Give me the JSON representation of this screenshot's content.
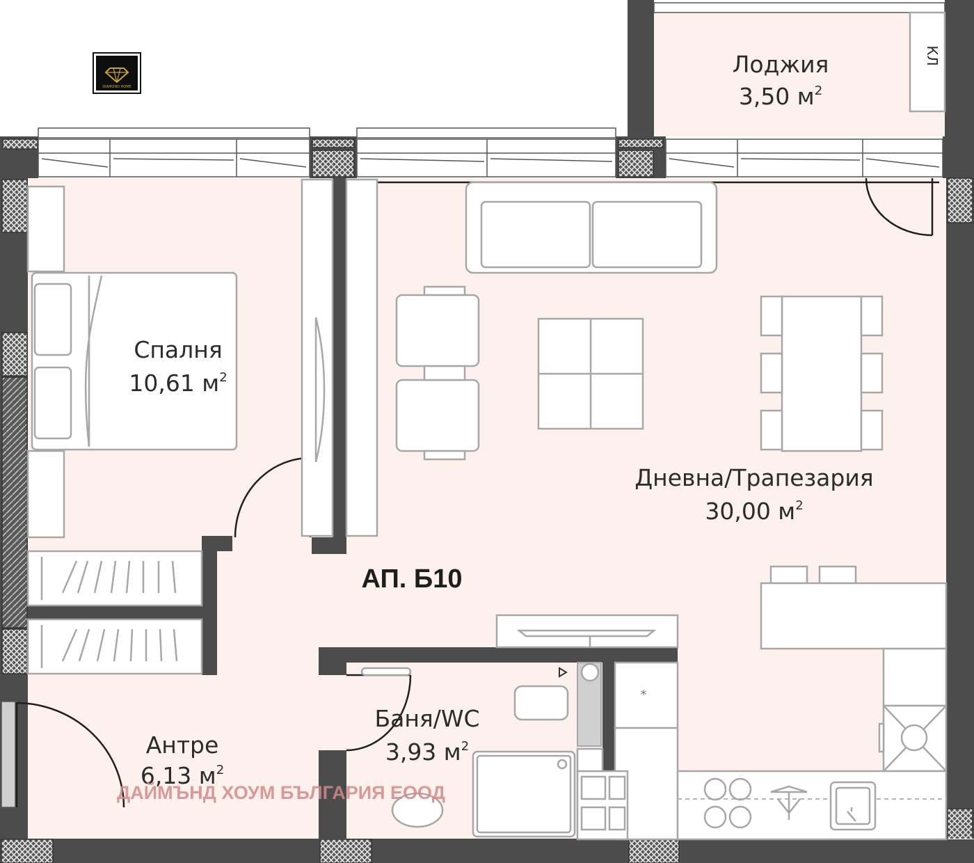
{
  "apartment": {
    "title": "АП. Б10"
  },
  "rooms": {
    "loggia": {
      "name": "Лоджия",
      "area": "3,50 м",
      "sup": "2"
    },
    "bedroom": {
      "name": "Спалня",
      "area": "10,61 м",
      "sup": "2"
    },
    "living": {
      "name": "Дневна/Трапезария",
      "area": "30,00 м",
      "sup": "2"
    },
    "bath": {
      "name": "Баня/WC",
      "area": "3,93 м",
      "sup": "2"
    },
    "hall": {
      "name": "Антре",
      "area": "6,13 м",
      "sup": "2"
    }
  },
  "labels": {
    "ac_unit": "КЛ"
  },
  "watermark": {
    "text": "ДАЙМЪНД ХОУМ БЪЛГАРИЯ ЕООД",
    "color": "#d48a8a"
  },
  "logo": {
    "text": "DIAMOND HOME",
    "color": "#c9a33c"
  },
  "colors": {
    "floor": "#fcf1ec",
    "wall": "#4c4c4c",
    "furniture_stroke": "#a7a7a7"
  }
}
